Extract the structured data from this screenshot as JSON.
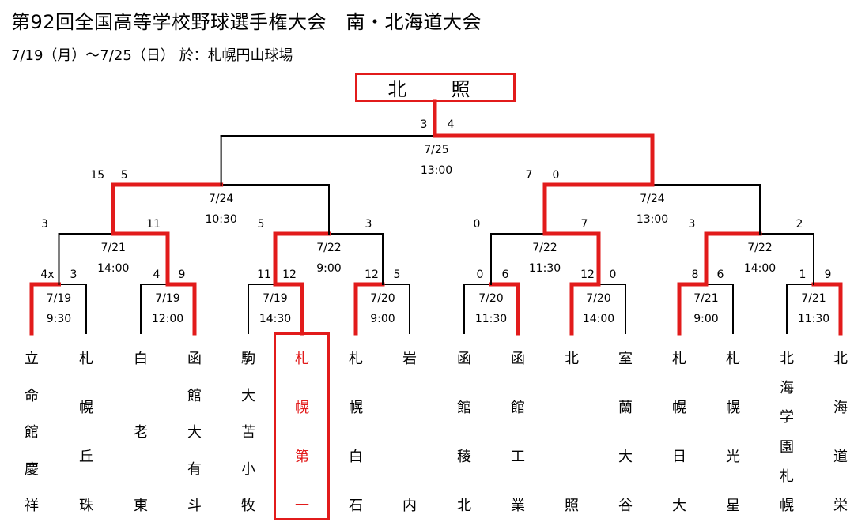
{
  "header": {
    "title": "第92回全国高等学校野球選手権大会　南・北海道大会",
    "subtitle": "7/19（月）～7/25（日）  於：札幌円山球場"
  },
  "champion": "北　照",
  "colors": {
    "winner_path": "#e21b1b",
    "line": "#000000"
  },
  "teams": [
    {
      "name": [
        "立",
        "命",
        "館",
        "慶",
        "祥"
      ],
      "winner": true
    },
    {
      "name": [
        "札",
        "幌",
        "丘",
        "珠"
      ],
      "winner": false
    },
    {
      "name": [
        "白",
        "老",
        "東"
      ],
      "winner": false
    },
    {
      "name": [
        "函",
        "館",
        "大",
        "有",
        "斗"
      ],
      "winner": true
    },
    {
      "name": [
        "駒",
        "大",
        "苫",
        "小",
        "牧"
      ],
      "winner": false
    },
    {
      "name": [
        "札",
        "幌",
        "第",
        "一"
      ],
      "winner": true
    },
    {
      "name": [
        "札",
        "幌",
        "白",
        "石"
      ],
      "winner": true
    },
    {
      "name": [
        "岩",
        "内"
      ],
      "winner": false
    },
    {
      "name": [
        "函",
        "館",
        "稜",
        "北"
      ],
      "winner": false
    },
    {
      "name": [
        "函",
        "館",
        "工",
        "業"
      ],
      "winner": true
    },
    {
      "name": [
        "北",
        "照"
      ],
      "winner": true
    },
    {
      "name": [
        "室",
        "蘭",
        "大",
        "谷"
      ],
      "winner": false
    },
    {
      "name": [
        "札",
        "幌",
        "日",
        "大"
      ],
      "winner": true
    },
    {
      "name": [
        "札",
        "幌",
        "光",
        "星"
      ],
      "winner": false
    },
    {
      "name": [
        "北",
        "海",
        "学",
        "園",
        "札",
        "幌"
      ],
      "winner": false
    },
    {
      "name": [
        "北",
        "海",
        "道",
        "栄"
      ],
      "winner": true
    }
  ],
  "games": {
    "r1": [
      {
        "date": "7/19",
        "time": "9:30",
        "left": "4x",
        "right": "3"
      },
      {
        "date": "7/19",
        "time": "12:00",
        "left": "4",
        "right": "9"
      },
      {
        "date": "7/19",
        "time": "14:30",
        "left": "11",
        "right": "12"
      },
      {
        "date": "7/20",
        "time": "9:00",
        "left": "12",
        "right": "5"
      },
      {
        "date": "7/20",
        "time": "11:30",
        "left": "0",
        "right": "6"
      },
      {
        "date": "7/20",
        "time": "14:00",
        "left": "12",
        "right": "0"
      },
      {
        "date": "7/21",
        "time": "9:00",
        "left": "8",
        "right": "6"
      },
      {
        "date": "7/21",
        "time": "11:30",
        "left": "1",
        "right": "9"
      }
    ],
    "qf": [
      {
        "date": "7/21",
        "time": "14:00",
        "left": "3",
        "right": "11"
      },
      {
        "date": "7/22",
        "time": "9:00",
        "left": "5",
        "right": "3"
      },
      {
        "date": "7/22",
        "time": "11:30",
        "left": "0",
        "right": "7"
      },
      {
        "date": "7/22",
        "time": "14:00",
        "left": "3",
        "right": "2"
      }
    ],
    "sf": [
      {
        "date": "7/24",
        "time": "10:30",
        "left": "15",
        "right": "5"
      },
      {
        "date": "7/24",
        "time": "13:00",
        "left": "7",
        "right": "0"
      }
    ],
    "final": {
      "date": "7/25",
      "time": "13:00",
      "left": "3",
      "right": "4"
    }
  }
}
